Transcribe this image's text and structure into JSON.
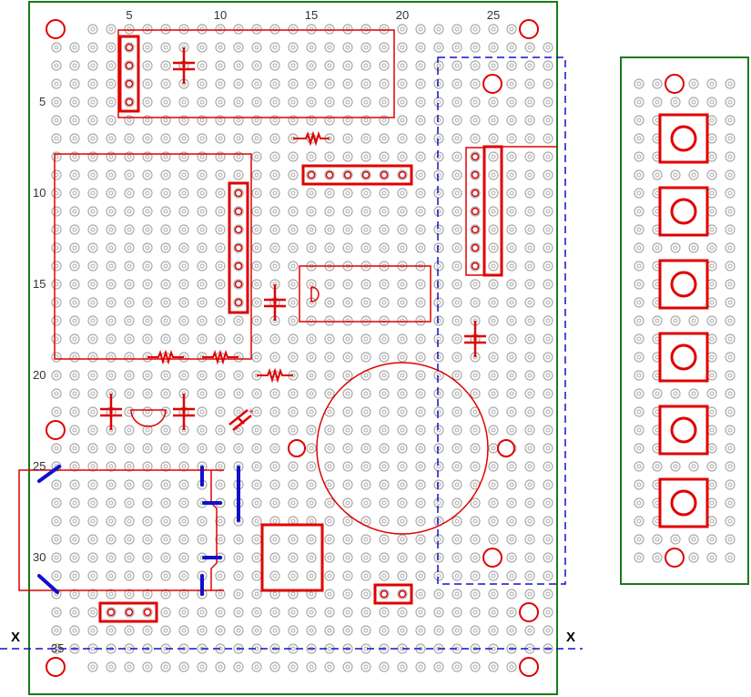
{
  "column_labels": [
    "5",
    "10",
    "15",
    "20",
    "25"
  ],
  "row_labels": [
    "5",
    "10",
    "15",
    "20",
    "25",
    "30",
    "35"
  ],
  "cut_line_labels": [
    "X",
    "X"
  ],
  "colors": {
    "board_outline": "#1a7a1a",
    "component": "#e00000",
    "wire_link": "#1010cc",
    "pad": "#aaaaaa",
    "text": "#333333"
  },
  "legend": {
    "components": "red",
    "wire_links": "blue dashed",
    "pads": "grey"
  }
}
